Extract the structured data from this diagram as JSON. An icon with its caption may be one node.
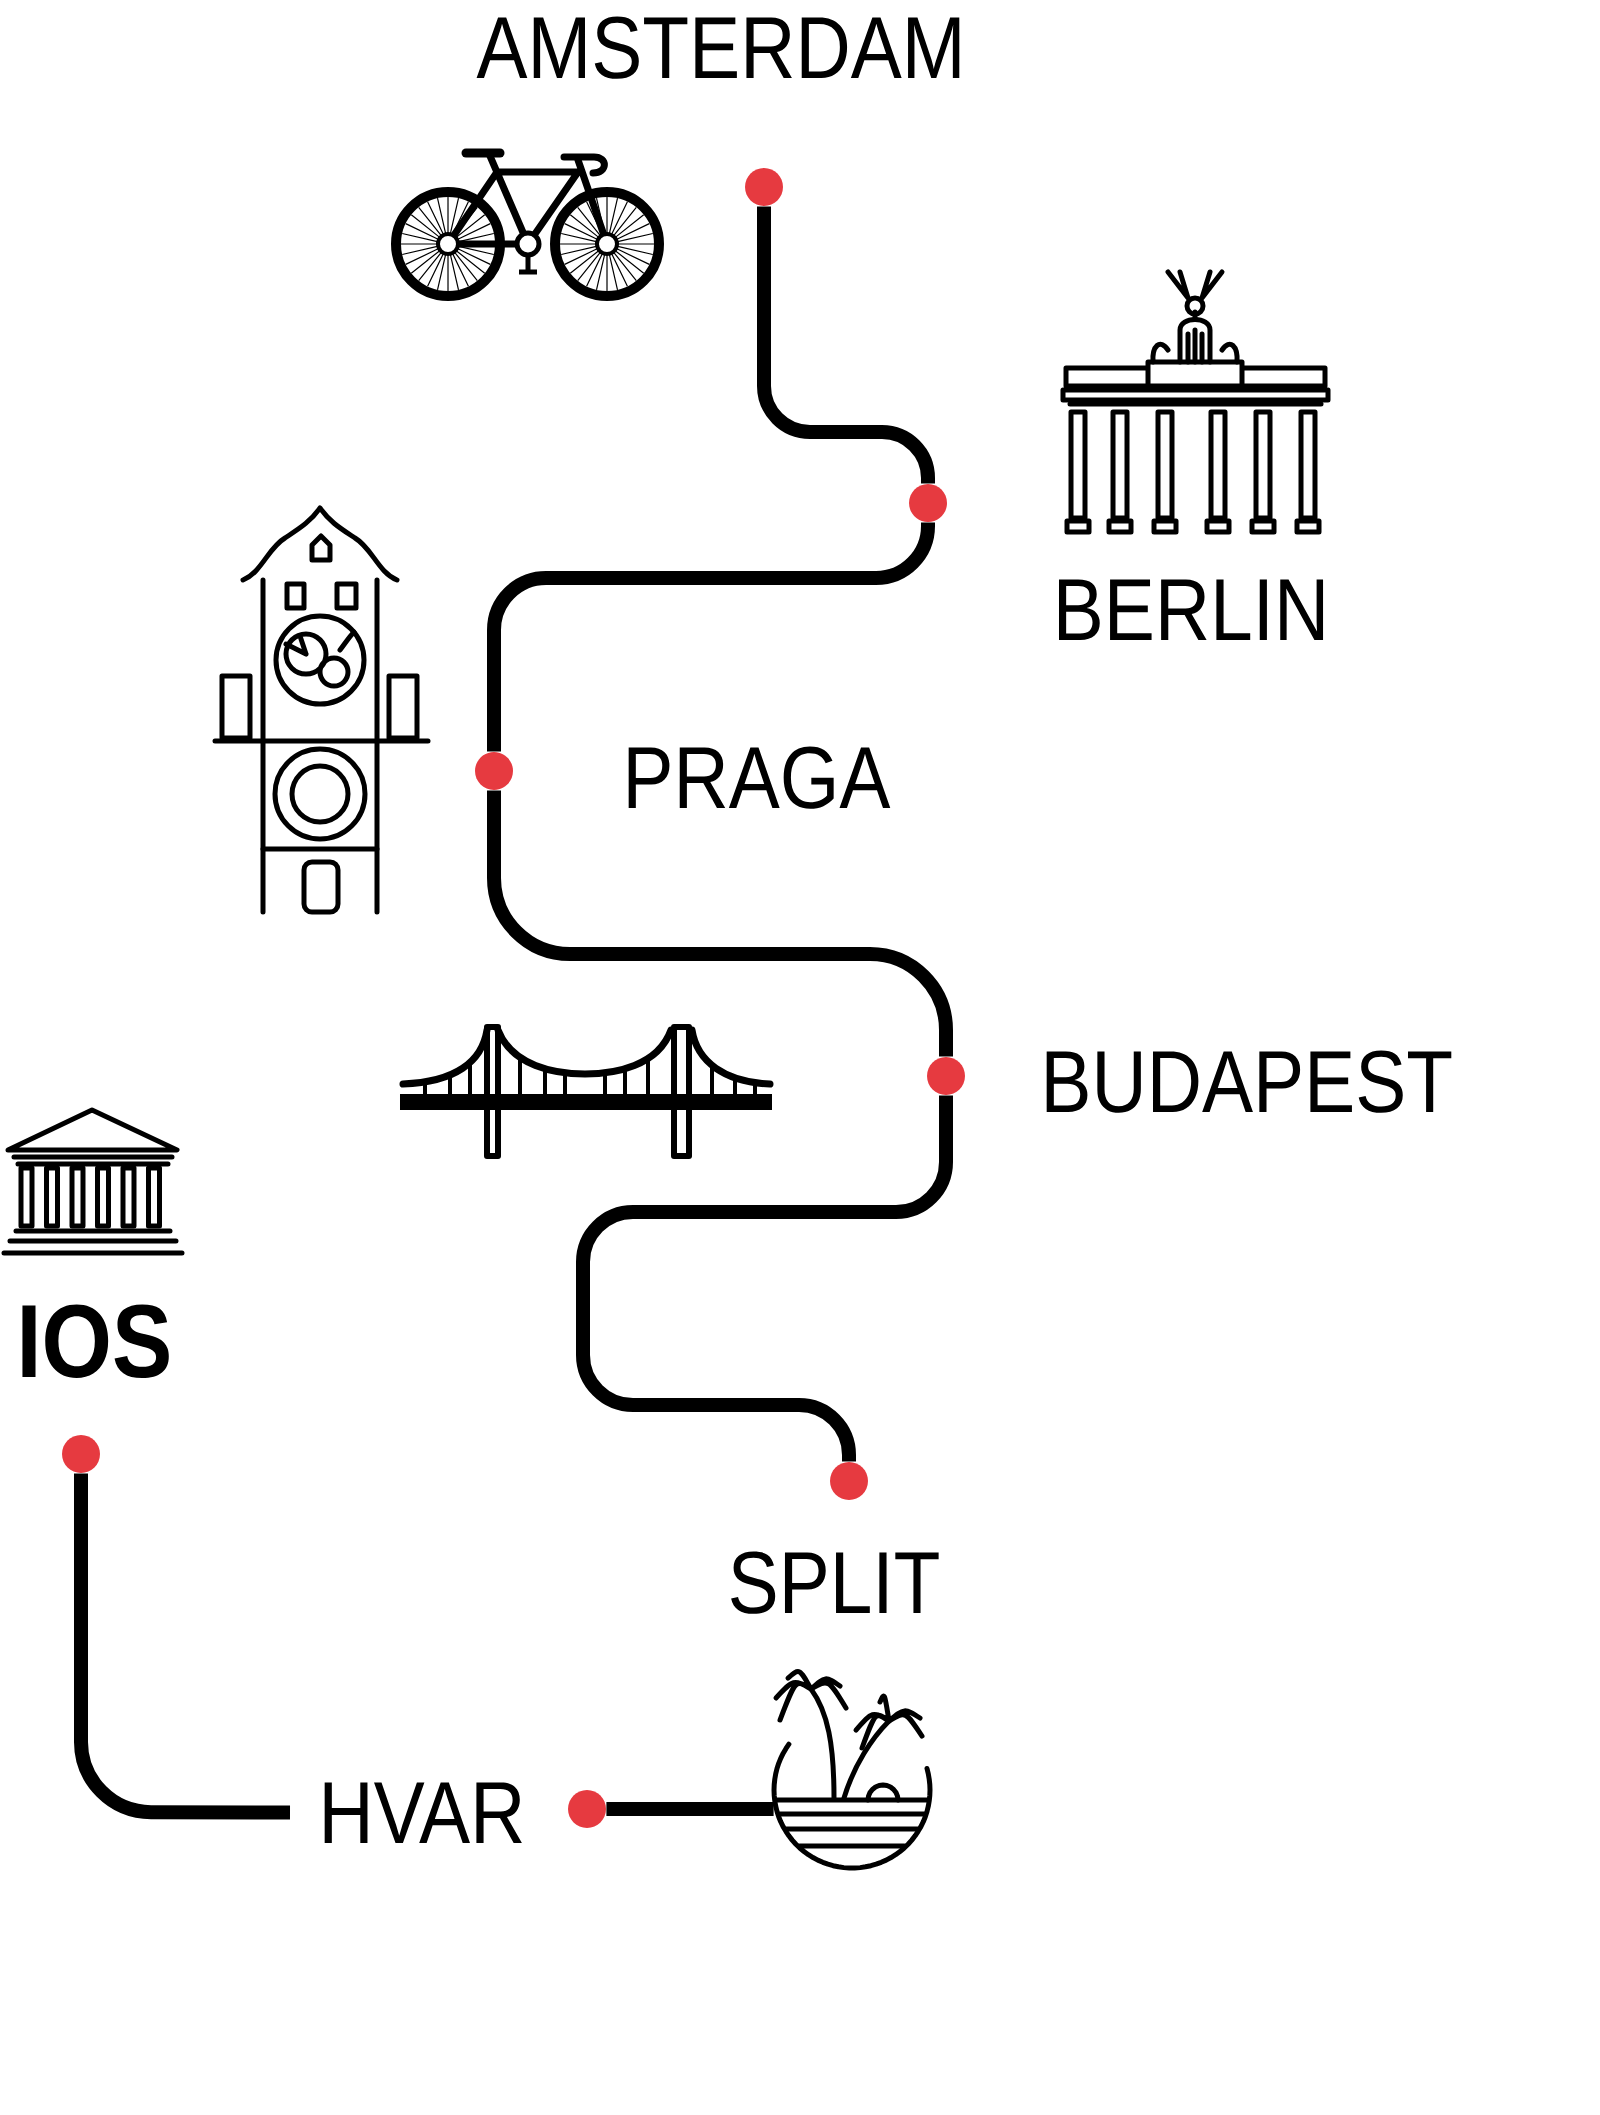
{
  "diagram": {
    "nodes": [
      {
        "text": [],
        "shape": "circle",
        "beside": [
          "AMSTERDAM"
        ]
      },
      {
        "text": [],
        "shape": "circle",
        "beside": [
          "BERLIN"
        ]
      },
      {
        "text": [],
        "shape": "circle",
        "beside": [
          "PRAGA"
        ]
      },
      {
        "text": [],
        "shape": "circle",
        "beside": [
          "BUDAPEST"
        ]
      },
      {
        "text": [],
        "shape": "circle",
        "beside": [
          "SPLIT"
        ]
      },
      {
        "text": [],
        "shape": "circle",
        "beside": [
          "IOS"
        ]
      },
      {
        "text": [
          "HVAR"
        ]
      },
      {
        "text": [],
        "shape": "circle"
      },
      {
        "text": [],
        "shape": "picture"
      }
    ],
    "edges": [
      {
        "from": 0,
        "to": 1,
        "arrow": "none"
      },
      {
        "from": 1,
        "to": 2,
        "arrow": "none"
      },
      {
        "from": 2,
        "to": 3,
        "arrow": "none"
      },
      {
        "from": 3,
        "to": 4,
        "arrow": "none"
      },
      {
        "from": 5,
        "to": 6,
        "arrow": "none"
      },
      {
        "from": 7,
        "to": 8,
        "arrow": "none"
      }
    ]
  }
}
